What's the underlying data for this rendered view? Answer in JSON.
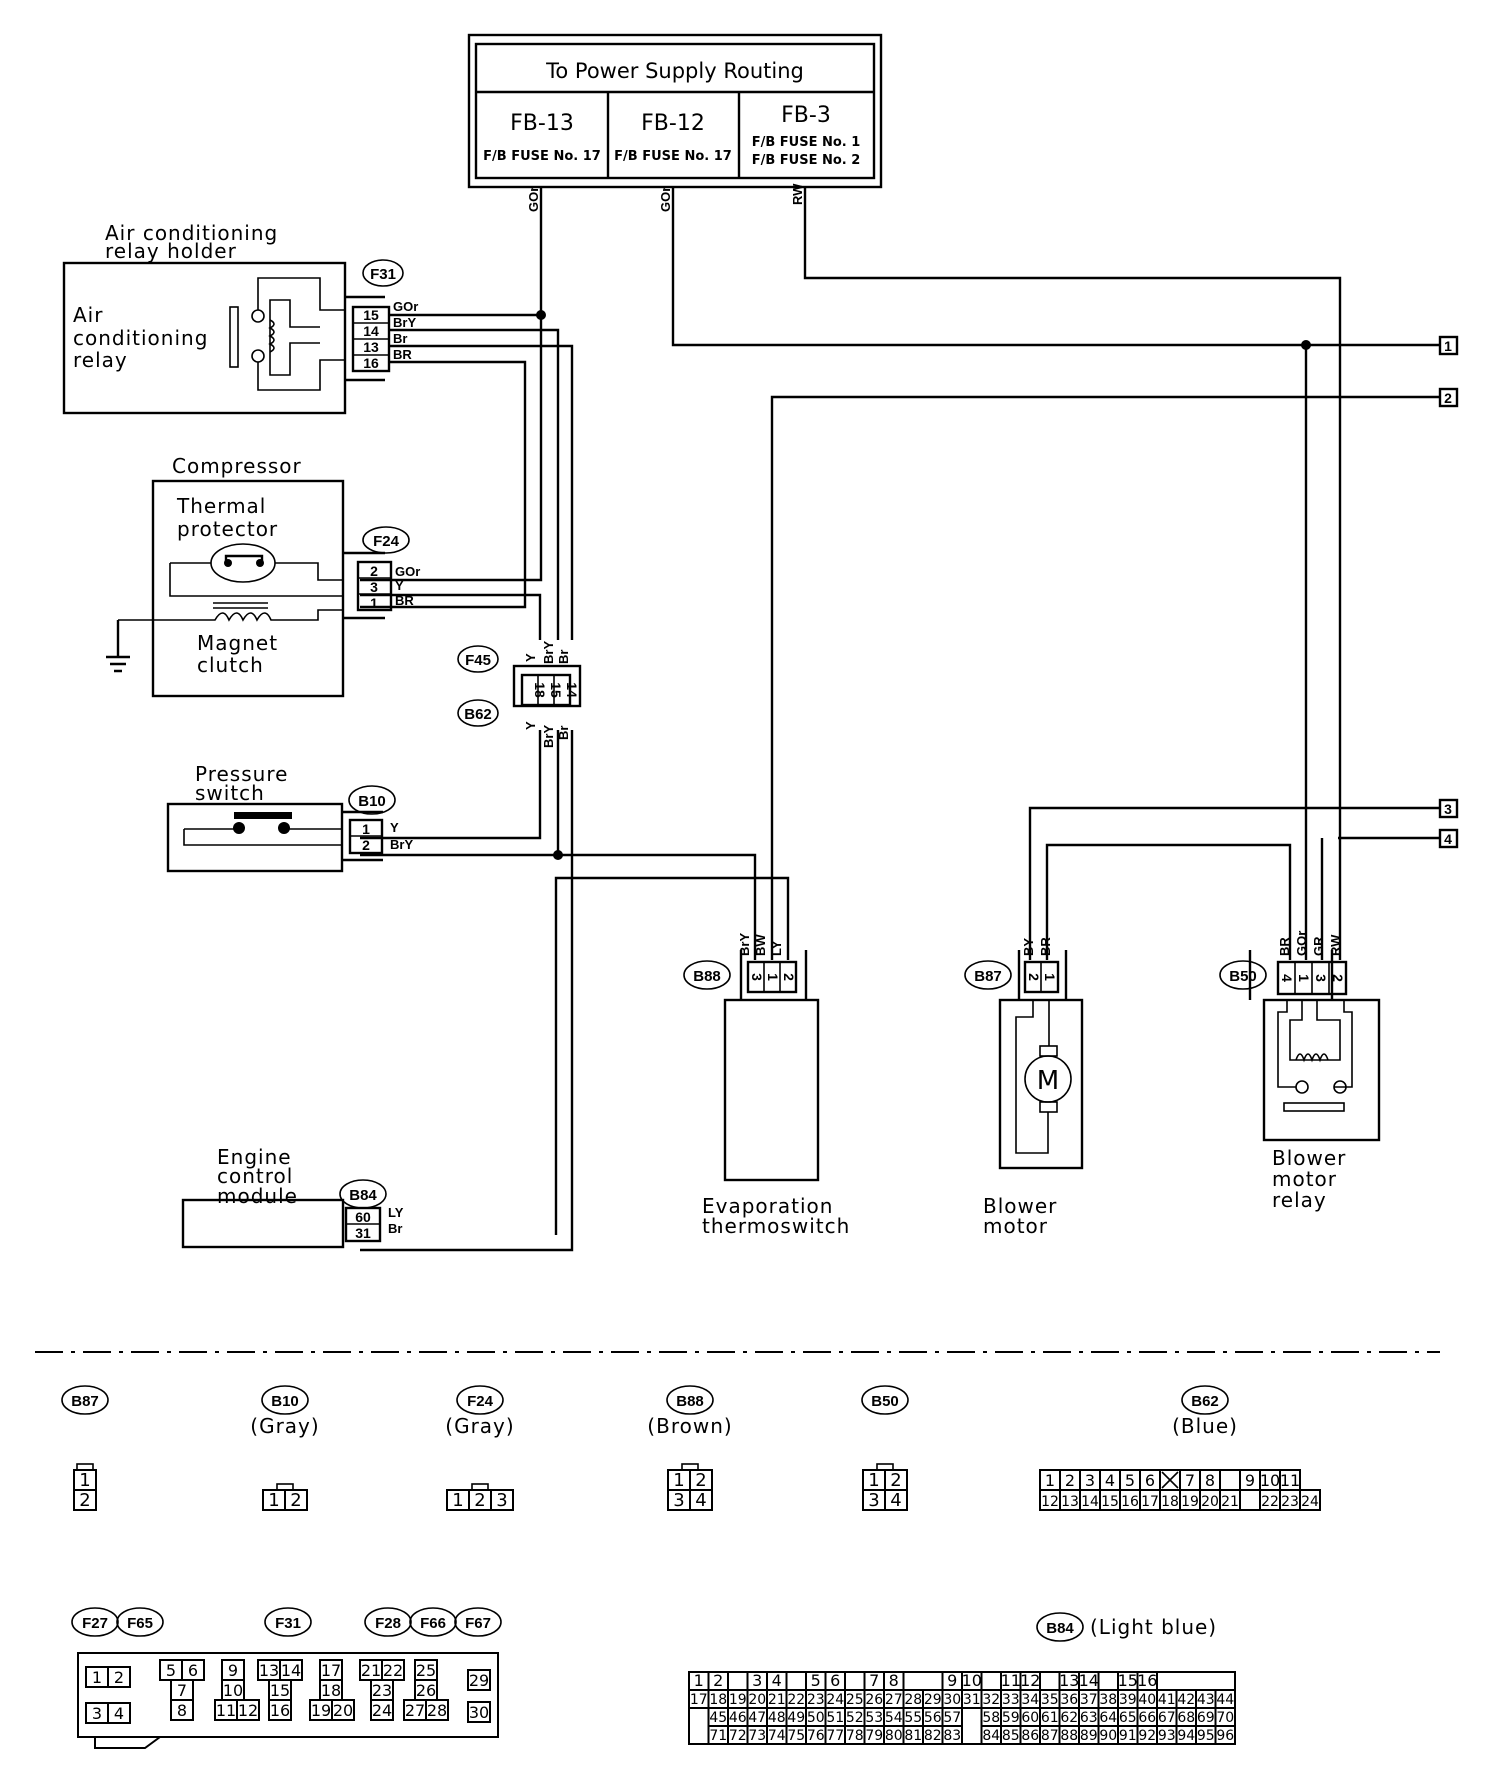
{
  "power_supply": {
    "title": "To Power Supply Routing",
    "cells": [
      {
        "id": "FB-13",
        "fuses": [
          "F/B FUSE No. 17"
        ],
        "wire": "GOr"
      },
      {
        "id": "FB-12",
        "fuses": [
          "F/B FUSE No. 17"
        ],
        "wire": "GOr"
      },
      {
        "id": "FB-3",
        "fuses": [
          "F/B FUSE No. 1",
          "F/B FUSE No. 2"
        ],
        "wire": "RW"
      }
    ]
  },
  "components": {
    "ac_relay_holder": {
      "label_lines": [
        "Air conditioning",
        "relay holder"
      ],
      "inner_label_lines": [
        "Air",
        "conditioning",
        "relay"
      ],
      "connector": "F31",
      "pins": [
        {
          "pin": "15",
          "wire": "GOr"
        },
        {
          "pin": "14",
          "wire": "BrY"
        },
        {
          "pin": "13",
          "wire": "Br"
        },
        {
          "pin": "16",
          "wire": "BR"
        }
      ]
    },
    "compressor": {
      "label": "Compressor",
      "thermal_label_lines": [
        "Thermal",
        "protector"
      ],
      "clutch_label_lines": [
        "Magnet",
        "clutch"
      ],
      "connector": "F24",
      "pins": [
        {
          "pin": "2",
          "wire": "GOr"
        },
        {
          "pin": "3",
          "wire": "Y"
        },
        {
          "pin": "1",
          "wire": "BR"
        }
      ]
    },
    "joint_connector": {
      "upper": "F45",
      "lower": "B62",
      "pins": [
        "18",
        "15",
        "14"
      ],
      "upper_wires": [
        "Y",
        "BrY",
        "Br"
      ],
      "lower_wires": [
        "Y",
        "BrY",
        "Br"
      ]
    },
    "pressure_switch": {
      "label_lines": [
        "Pressure",
        "switch"
      ],
      "connector": "B10",
      "pins": [
        {
          "pin": "1",
          "wire": "Y"
        },
        {
          "pin": "2",
          "wire": "BrY"
        }
      ]
    },
    "ecm": {
      "label_lines": [
        "Engine",
        "control",
        "module"
      ],
      "connector": "B84",
      "pins": [
        {
          "pin": "60",
          "wire": "LY"
        },
        {
          "pin": "31",
          "wire": "Br"
        }
      ]
    },
    "evap_thermoswitch": {
      "label_lines": [
        "Evaporation",
        "thermoswitch"
      ],
      "connector": "B88",
      "pins": [
        "3",
        "1",
        "2"
      ],
      "wires": [
        "BrY",
        "BW",
        "LY"
      ]
    },
    "blower_motor": {
      "label_lines": [
        "Blower",
        "motor"
      ],
      "connector": "B87",
      "pins": [
        "2",
        "1"
      ],
      "wires": [
        "BY",
        "BR"
      ],
      "symbol": "M"
    },
    "blower_relay": {
      "label_lines": [
        "Blower",
        "motor",
        "relay"
      ],
      "connector": "B50",
      "pins": [
        "4",
        "1",
        "3",
        "2"
      ],
      "wires": [
        "BR",
        "GOr",
        "GR",
        "RW"
      ]
    }
  },
  "off_page_refs": [
    "1",
    "2",
    "3",
    "4"
  ],
  "connector_legend": {
    "row1": [
      {
        "id": "B87",
        "color": "",
        "pins": [
          [
            "1"
          ],
          [
            "2"
          ]
        ]
      },
      {
        "id": "B10",
        "color": "(Gray)",
        "pins": [
          [
            "1",
            "2"
          ]
        ]
      },
      {
        "id": "F24",
        "color": "(Gray)",
        "pins": [
          [
            "1",
            "2",
            "3"
          ]
        ]
      },
      {
        "id": "B88",
        "color": "(Brown)",
        "pins": [
          [
            "1",
            "2"
          ],
          [
            "3",
            "4"
          ]
        ]
      },
      {
        "id": "B50",
        "color": "",
        "pins": [
          [
            "1",
            "2"
          ],
          [
            "3",
            "4"
          ]
        ]
      },
      {
        "id": "B62",
        "color": "(Blue)",
        "pins": [
          [
            "1",
            "2",
            "3",
            "4",
            "5",
            "6",
            "X",
            "7",
            "8",
            "",
            "9",
            "10",
            "11"
          ],
          [
            "12",
            "13",
            "14",
            "15",
            "16",
            "17",
            "18",
            "19",
            "20",
            "21",
            "",
            "22",
            "23",
            "24"
          ]
        ]
      }
    ],
    "relay_block": {
      "ids": [
        "F27",
        "F65",
        "F31",
        "F28",
        "F66",
        "F67"
      ],
      "pins": [
        "1",
        "2",
        "3",
        "4",
        "5",
        "6",
        "7",
        "8",
        "9",
        "10",
        "11",
        "12",
        "13",
        "14",
        "15",
        "16",
        "17",
        "18",
        "19",
        "20",
        "21",
        "22",
        "23",
        "24",
        "25",
        "26",
        "27",
        "28",
        "29",
        "30"
      ]
    },
    "ecm_connector": {
      "id": "B84",
      "color": "(Light blue)",
      "row_top": [
        "1",
        "2",
        "",
        "3",
        "4",
        "",
        "5",
        "6",
        "",
        "7",
        "8",
        "",
        "",
        "9",
        "10",
        "",
        "11",
        "12",
        "",
        "13",
        "14",
        "",
        "15",
        "16"
      ],
      "row2": [
        "17",
        "18",
        "19",
        "20",
        "21",
        "22",
        "23",
        "24",
        "25",
        "26",
        "27",
        "28",
        "29",
        "30",
        "31",
        "32",
        "33",
        "34",
        "35",
        "36",
        "37",
        "38",
        "39",
        "40",
        "41",
        "42",
        "43",
        "44"
      ],
      "row3": [
        "45",
        "46",
        "47",
        "48",
        "49",
        "50",
        "51",
        "52",
        "53",
        "54",
        "55",
        "56",
        "57",
        "58",
        "59",
        "60",
        "61",
        "62",
        "63",
        "64",
        "65",
        "66",
        "67",
        "68",
        "69",
        "70"
      ],
      "row4": [
        "71",
        "72",
        "73",
        "74",
        "75",
        "76",
        "77",
        "78",
        "79",
        "80",
        "81",
        "82",
        "83",
        "84",
        "85",
        "86",
        "87",
        "88",
        "89",
        "90",
        "91",
        "92",
        "93",
        "94",
        "95",
        "96"
      ]
    }
  }
}
